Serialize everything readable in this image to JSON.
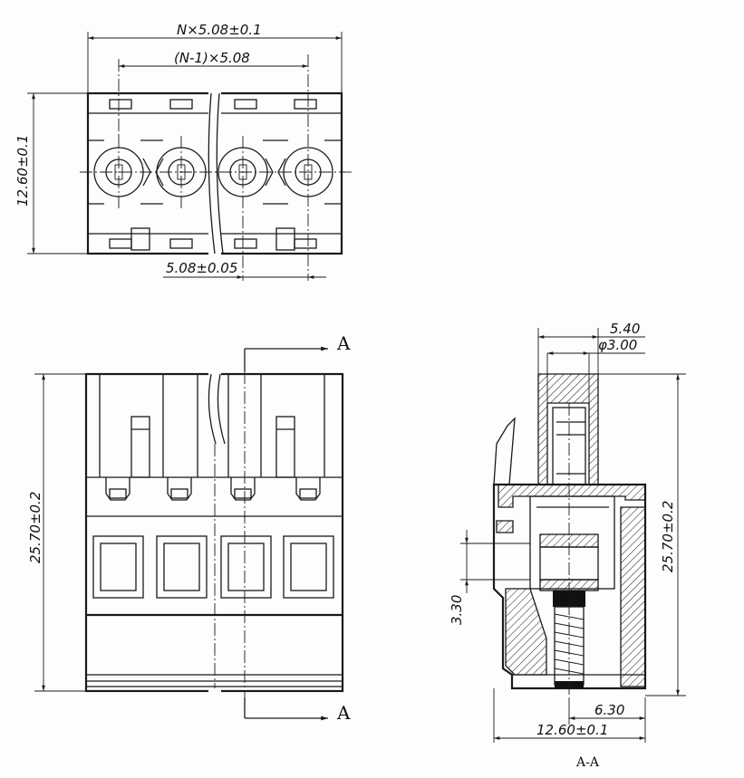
{
  "top_view": {
    "overall_width": "N×5.08±0.1",
    "pitch_span": "(N-1)×5.08",
    "height": "12.60±0.1",
    "pitch": "5.08±0.05"
  },
  "front_view": {
    "height": "25.70±0.2",
    "section_mark_top": "A",
    "section_mark_bottom": "A"
  },
  "section_view": {
    "width_top": "5.40",
    "bore_diameter": "φ3.00",
    "height": "25.70±0.2",
    "opening": "3.30",
    "offset": "6.30",
    "width": "12.60±0.1",
    "title": "A-A"
  }
}
